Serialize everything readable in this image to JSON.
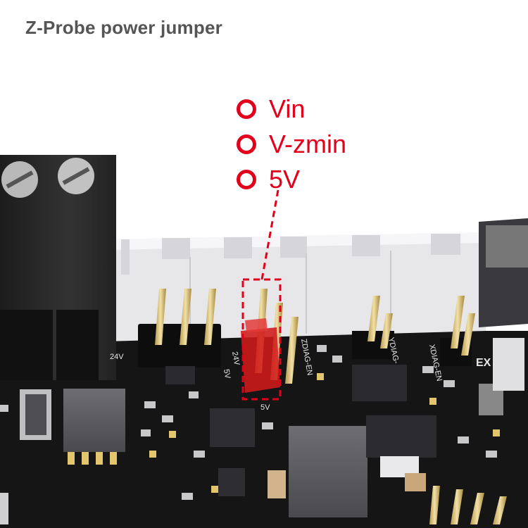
{
  "title": "Z-Probe power jumper",
  "legend": [
    {
      "label": "Vin",
      "marker": "ring"
    },
    {
      "label": "V-zmin",
      "marker": "ring"
    },
    {
      "label": "5V",
      "marker": "ring"
    }
  ],
  "silkscreen": {
    "label_24v_left": "24V",
    "label_24v": "24V",
    "label_5v": "5V",
    "label_5v_bottom": "5V",
    "label_zdiag": "ZDIAG-EN",
    "label_ydiag": "YDIAG-",
    "label_xdiag": "XDIAG-EN",
    "label_ex": "EX"
  },
  "colors": {
    "accent": "#e3001b",
    "title": "#555555",
    "pcb": "#141414",
    "connector": "#e9e9ec",
    "pin": "#d8c27a",
    "terminal": "#2a2a2a"
  }
}
